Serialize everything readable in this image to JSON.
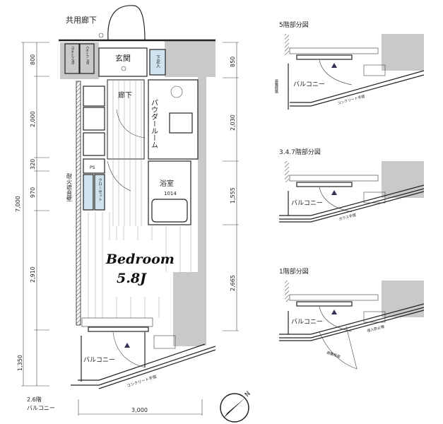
{
  "plan": {
    "common_corridor": "共用廊下",
    "entrance": "玄関",
    "shoe_storage": "下足入",
    "mb_di": "DIタイプMB",
    "mb_c": "Cタイプ MB",
    "hallway": "廊下",
    "powder_room": "パウダールーム",
    "bath": "浴室",
    "bath_size": "1014",
    "ps": "PS",
    "closet": "クローゼット",
    "fire_wall": "耐火遮音壁",
    "bedroom_name": "Bedroom",
    "bedroom_size": "5.8J",
    "balcony": "バルコニー",
    "concrete_rail": "コンクリート手摺",
    "floor_note_line1": "2.6階",
    "floor_note_line2": "バルコニー"
  },
  "dimensions": {
    "left_total": "7,000",
    "left": [
      "800",
      "2,000",
      "320",
      "970",
      "2,910",
      "1,350"
    ],
    "right": [
      "850",
      "2,030",
      "1,555",
      "2,665"
    ],
    "bottom": "3,000"
  },
  "compass": {
    "label": "N"
  },
  "partial_plans": [
    {
      "title": "5階部分図",
      "balcony": "バルコニー",
      "rail": "コンクリート手摺",
      "extra": "避難経路"
    },
    {
      "title": "3.4.7階部分図",
      "balcony": "バルコニー",
      "rail": "ガラス手摺"
    },
    {
      "title": "1階部分図",
      "balcony": "バルコニー",
      "rail": "侵入防止柵",
      "extra": "避難用扉"
    }
  ]
}
